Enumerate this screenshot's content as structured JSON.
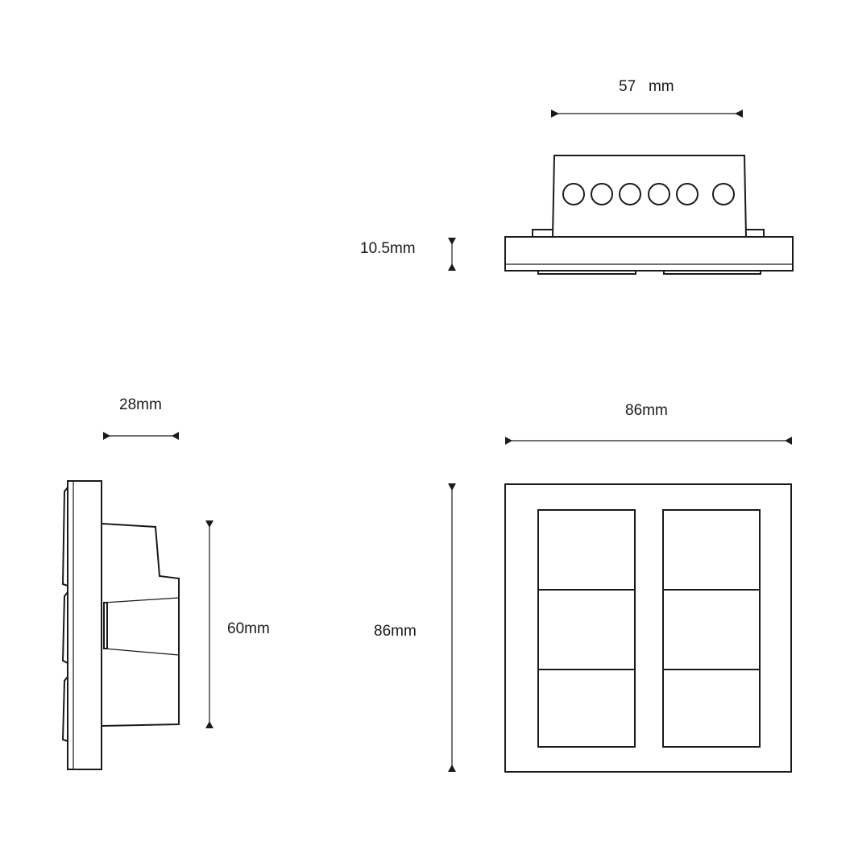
{
  "top_view": {
    "width_label": "57   mm",
    "height_label": "10.5mm"
  },
  "side_view": {
    "depth_label": "28mm",
    "height_label": "60mm"
  },
  "front_view": {
    "width_label": "86mm",
    "height_label": "86mm"
  }
}
